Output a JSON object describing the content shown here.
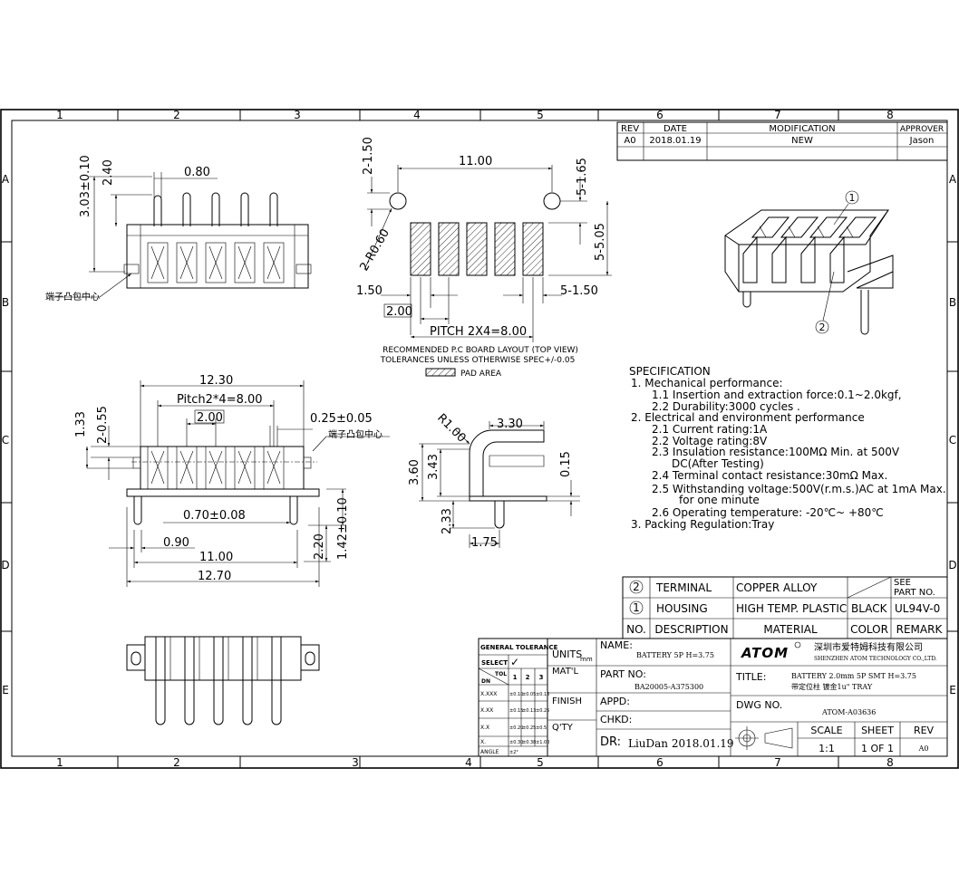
{
  "frame": {
    "cols_top": [
      "1",
      "2",
      "3",
      "4",
      "5",
      "6",
      "7",
      "8"
    ],
    "cols_bottom": [
      "1",
      "2",
      "3",
      "4",
      "5",
      "6",
      "7",
      "8"
    ],
    "rows_left": [
      "A",
      "B",
      "C",
      "D",
      "E"
    ],
    "rows_right": [
      "A",
      "B",
      "C",
      "D",
      "E"
    ]
  },
  "revision": {
    "headers": [
      "REV",
      "DATE",
      "MODIFICATION",
      "APPROVER"
    ],
    "row": [
      "A0",
      "2018.01.19",
      "NEW",
      "Jason"
    ]
  },
  "front_view": {
    "dims": [
      "3.03±0.10",
      "2.40",
      "0.80"
    ],
    "note": "端子凸包中心"
  },
  "pcb_layout": {
    "dims": [
      "2-1.50",
      "11.00",
      "5-1.65",
      "2-R0.60",
      "5-5.05",
      "1.50",
      "5-1.50",
      "2.00",
      "PITCH 2X4=8.00"
    ],
    "caption1": "RECOMMENDED P.C BOARD LAYOUT (TOP VIEW)",
    "caption2": "TOLERANCES UNLESS OTHERWISE SPEC+/-0.05",
    "legend": "PAD AREA"
  },
  "top_view": {
    "dims": [
      "12.30",
      "Pitch2*4=8.00",
      "2.00",
      "0.25±0.05",
      "2-0.55",
      "1.33",
      "0.70±0.08",
      "0.90",
      "11.00",
      "12.70",
      "2.20",
      "1.42±0.10"
    ],
    "note": "端子凸包中心"
  },
  "side_view": {
    "dims": [
      "R1.00",
      "3.30",
      "3.60",
      "3.43",
      "0.15",
      "2.33",
      "1.75"
    ]
  },
  "callouts": [
    "1",
    "2"
  ],
  "specification": {
    "title": "SPECIFICATION",
    "lines": [
      "1. Mechanical performance:",
      "1.1 Insertion and extraction force:0.1~2.0kgf,",
      "2.2 Durability:3000 cycles .",
      "2. Electrical and environment performance",
      "2.1 Current rating:1A",
      "2.2 Voltage rating:8V",
      "2.3 Insulation resistance:100MΩ Min. at 500V",
      "DC(After Testing)",
      "2.4 Terminal contact resistance:30mΩ Max.",
      "2.5 Withstanding voltage:500V(r.m.s.)AC at 1mA Max.",
      "for one minute",
      "2.6 Operating temperature: -20℃~ +80℃",
      "3. Packing Regulation:Tray"
    ]
  },
  "bom": {
    "rows": [
      {
        "no": "2",
        "desc": "TERMINAL",
        "material": "COPPER ALLOY",
        "color": "",
        "remark": ""
      },
      {
        "no": "1",
        "desc": "HOUSING",
        "material": "HIGH TEMP. PLASTIC",
        "color": "BLACK",
        "remark": "UL94V-0"
      }
    ],
    "headers": {
      "no": "NO.",
      "desc": "DESCRIPTION",
      "material": "MATERIAL",
      "color": "COLOR",
      "remark": "REMARK"
    },
    "see_part_1": "SEE",
    "see_part_2": "PART NO."
  },
  "tolerance": {
    "title": "GENERAL TOLERANCE",
    "select": "SELECT",
    "check": "✓",
    "tol": "TOL",
    "dn": "DN",
    "cols": [
      "1",
      "2",
      "3"
    ],
    "rows": [
      {
        "label": "X.XXX",
        "v": [
          "±0.10",
          "±0.05",
          "±0.15"
        ]
      },
      {
        "label": "X.XX",
        "v": [
          "±0.15",
          "±0.13",
          "±0.25"
        ]
      },
      {
        "label": "X.X",
        "v": [
          "±0.20",
          "±0.25",
          "±0.5"
        ]
      },
      {
        "label": "X.",
        "v": [
          "±0.30",
          "±0.38",
          "±1.00"
        ]
      },
      {
        "label": "ANGLE",
        "v": [
          "±2°",
          "",
          ""
        ]
      }
    ]
  },
  "title_block": {
    "units": "UNITS",
    "units_val": "mm",
    "matl": "MAT'L",
    "finish": "FINISH",
    "qty": "Q'TY",
    "name_label": "NAME:",
    "name": "BATTERY 5P H=3.75",
    "partno_label": "PART NO:",
    "partno": "BA20005-A375300",
    "appd": "APPD:",
    "chkd": "CHKD:",
    "dr_label": "DR:",
    "dr": "LiuDan 2018.01.19",
    "logo": "ATOM",
    "company_cn": "深圳市爱特姆科技有限公司",
    "company_en": "SHENZHEN ATOM TECHNOLOGY CO.,LTD.",
    "title_label": "TITLE:",
    "title_1": "BATTERY 2.0mm 5P SMT H=3.75",
    "title_2": "带定位柱 镀金1u\" TRAY",
    "dwg_label": "DWG NO.",
    "dwg": "ATOM-A03636",
    "scale_label": "SCALE",
    "scale": "1:1",
    "sheet_label": "SHEET",
    "sheet": "1 OF 1",
    "rev_label": "REV",
    "rev": "A0"
  }
}
